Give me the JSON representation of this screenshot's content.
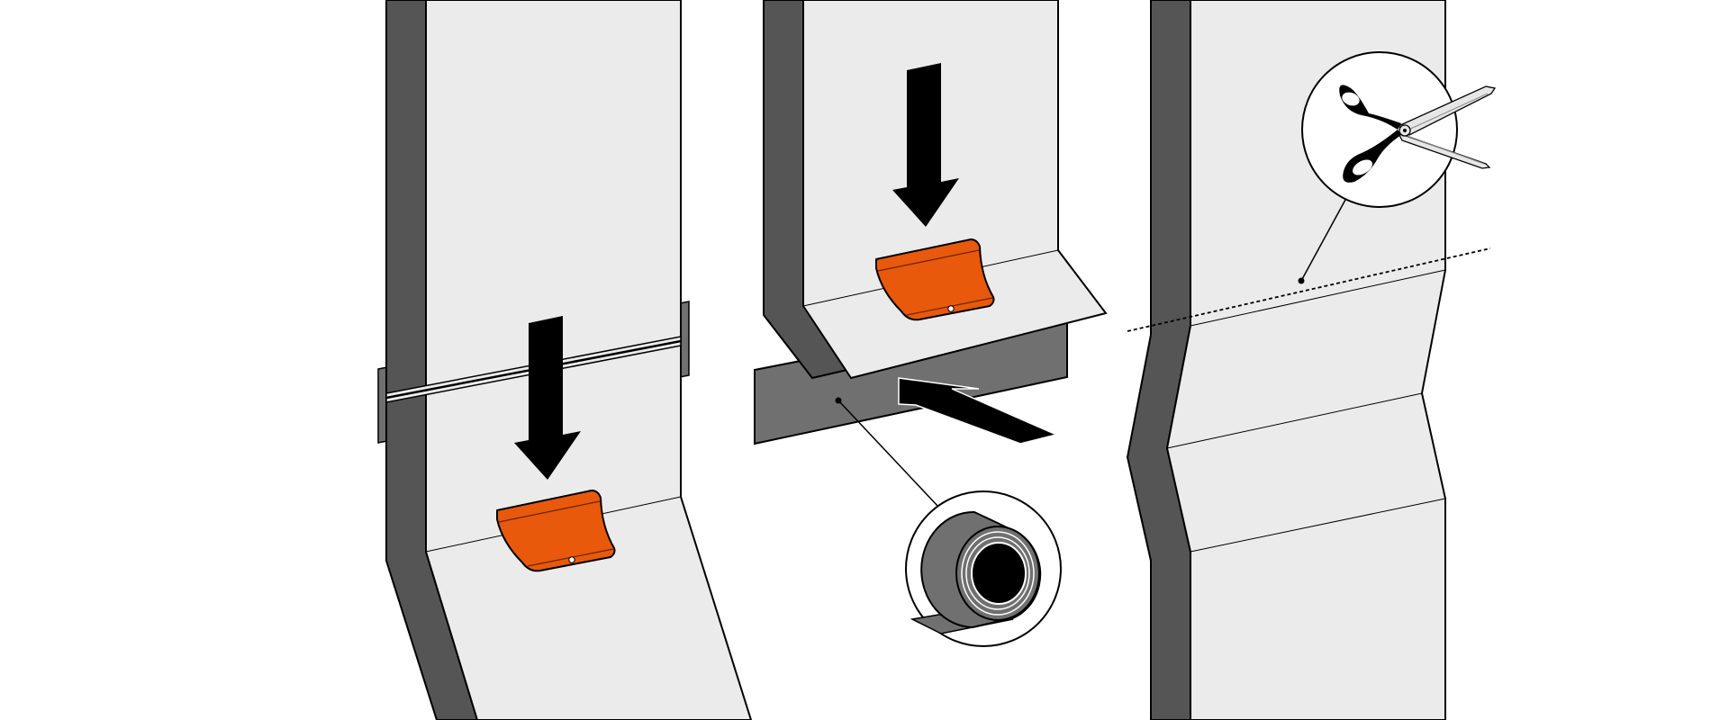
{
  "colors": {
    "background": "#ffffff",
    "panel_face": "#ebebeb",
    "panel_side": "#555555",
    "connector": "#707070",
    "tab_orange": "#e8590c",
    "arrow": "#000000",
    "outline": "#000000",
    "scissors_blade": "#e6e6e6"
  },
  "icons": [
    "orange-clip-icon",
    "down-arrow-icon",
    "push-arrow-icon",
    "tape-roll-icon",
    "scissors-icon"
  ],
  "steps": [
    {
      "name": "insert-clip-into-joint"
    },
    {
      "name": "wrap-joint-with-tape"
    },
    {
      "name": "cut-along-dotted-line"
    }
  ]
}
